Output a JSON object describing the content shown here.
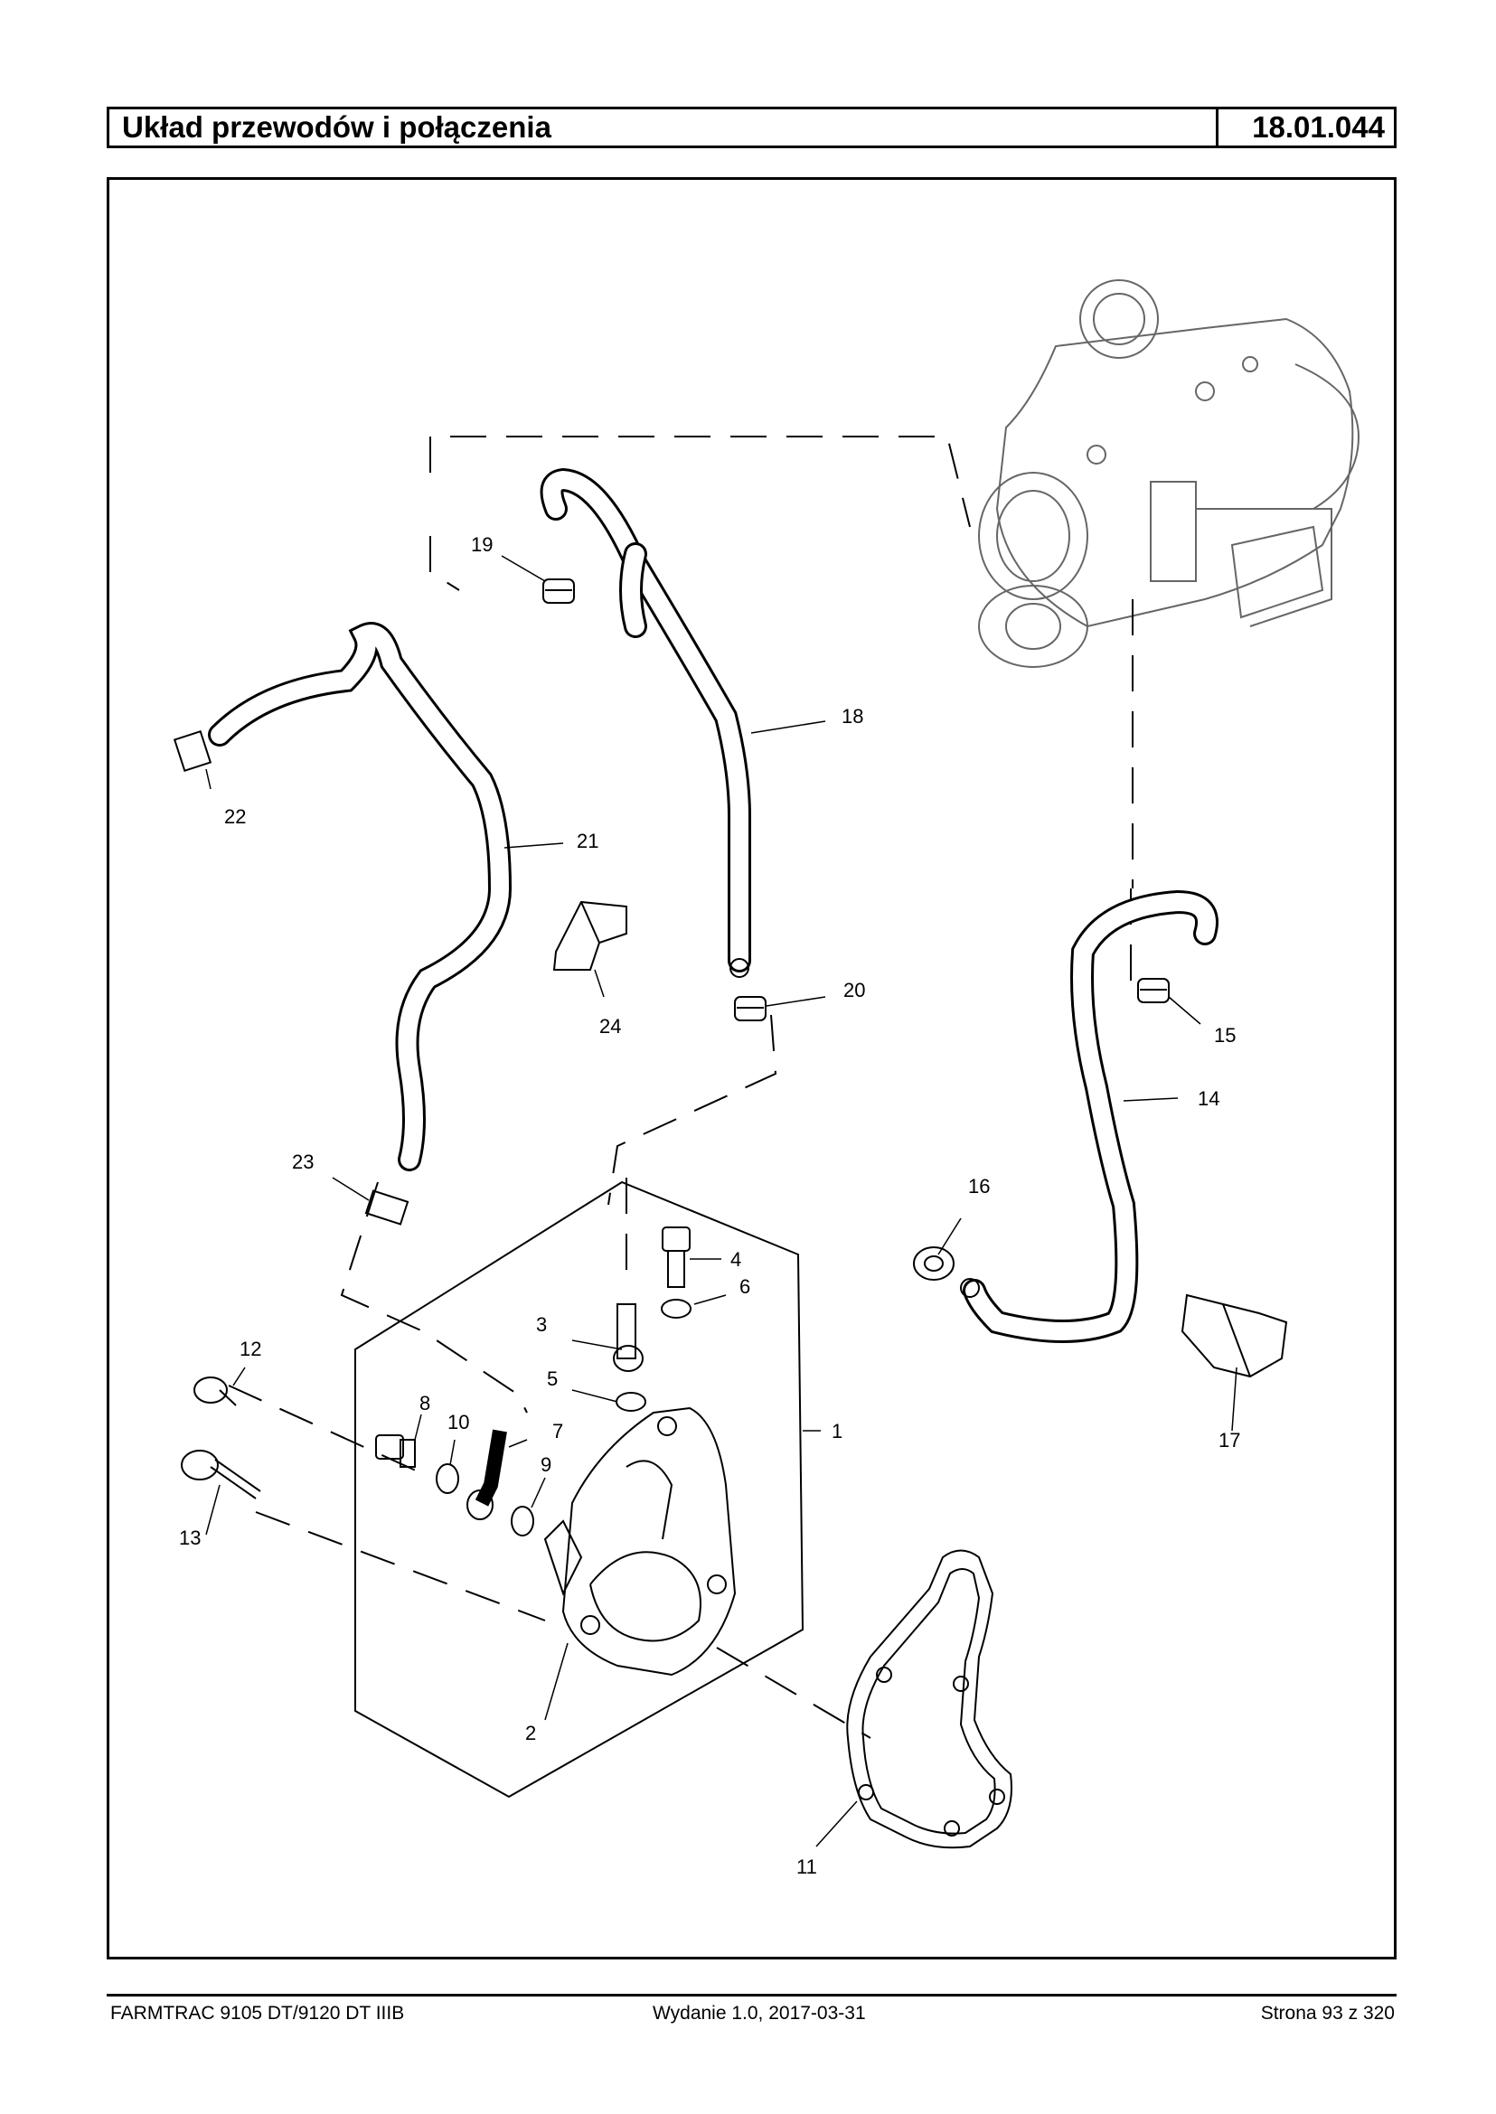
{
  "header": {
    "title": "Układ przewodów i połączenia",
    "code": "18.01.044"
  },
  "footer": {
    "model": "FARMTRAC 9105 DT/9120 DT IIIB",
    "edition": "Wydanie 1.0,  2017-03-31",
    "page": "Strona 93 z 320"
  },
  "callouts": [
    "19",
    "18",
    "22",
    "21",
    "24",
    "20",
    "15",
    "14",
    "23",
    "16",
    "4",
    "6",
    "3",
    "12",
    "5",
    "8",
    "10",
    "7",
    "1",
    "9",
    "13",
    "17",
    "2",
    "11"
  ]
}
